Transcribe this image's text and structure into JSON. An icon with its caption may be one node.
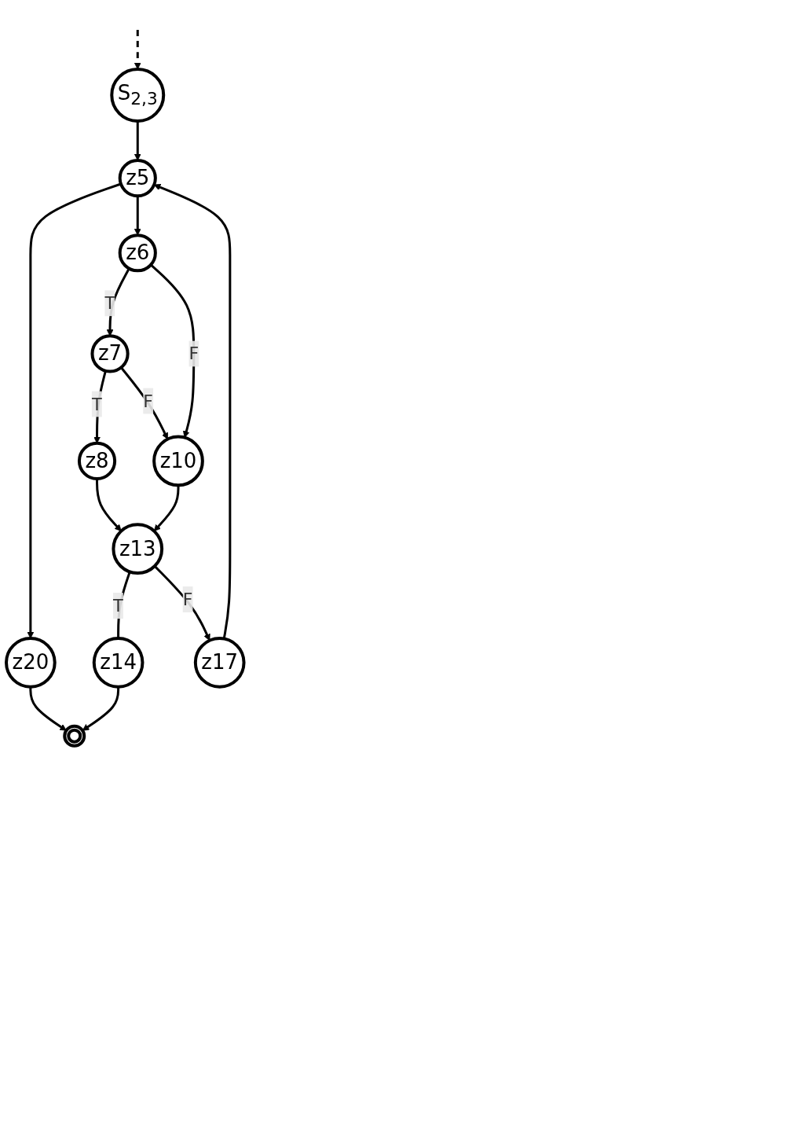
{
  "diagram": {
    "nodes": [
      {
        "text": [
          "S$_{2,3}$"
        ]
      },
      {
        "text": [
          "z5"
        ]
      },
      {
        "text": [
          "z20"
        ]
      },
      {
        "text": [
          "z6"
        ]
      },
      {
        "text": [
          "z7"
        ]
      },
      {
        "text": [],
        "shape": "circle"
      },
      {
        "text": [
          "z8"
        ]
      },
      {
        "text": [
          "z10"
        ]
      },
      {
        "text": [
          "z13"
        ]
      },
      {
        "text": [
          "z14"
        ]
      },
      {
        "text": [
          "z17"
        ]
      }
    ],
    "edges": [
      {
        "from": null,
        "to": 0,
        "arrow": "to",
        "style": "dashed"
      },
      {
        "from": 0,
        "to": 1,
        "arrow": "to"
      },
      {
        "from": 1,
        "to": 2,
        "arrow": "to"
      },
      {
        "from": 1,
        "to": 3,
        "arrow": "to"
      },
      {
        "from": 3,
        "to": 4,
        "label": "T",
        "arrow": "to"
      },
      {
        "from": 3,
        "to": 7,
        "label": "F",
        "arrow": "to"
      },
      {
        "from": 4,
        "to": 6,
        "label": "T",
        "arrow": "to"
      },
      {
        "from": 4,
        "to": 7,
        "label": "F",
        "arrow": "to"
      },
      {
        "from": 2,
        "to": 5,
        "arrow": "to"
      },
      {
        "from": 6,
        "to": 8,
        "arrow": "to"
      },
      {
        "from": 7,
        "to": 8,
        "arrow": "to"
      },
      {
        "from": 8,
        "to": 9,
        "label": "T",
        "arrow": "none"
      },
      {
        "from": 9,
        "to": 5,
        "arrow": "to"
      },
      {
        "from": 8,
        "to": 10,
        "label": "F",
        "arrow": "to"
      },
      {
        "from": 10,
        "to": 1,
        "arrow": "to"
      }
    ]
  }
}
